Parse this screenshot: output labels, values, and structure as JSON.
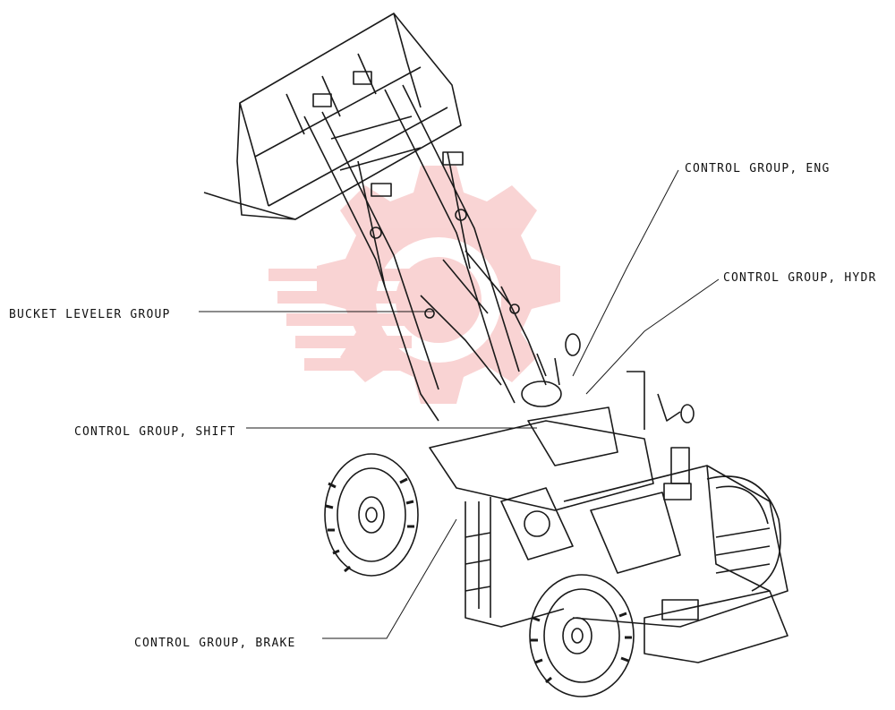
{
  "diagram": {
    "subject": "wheel loader exploded control groups illustration",
    "callouts": {
      "engine": "CONTROL GROUP, ENG",
      "hydraulic": "CONTROL GROUP, HYDR",
      "bucket_leveler": "BUCKET LEVELER GROUP",
      "shift": "CONTROL GROUP, SHIFT",
      "brake": "CONTROL GROUP, BRAKE"
    },
    "watermark_color": "#f2a0a0",
    "line_color": "#1a1a1a"
  }
}
